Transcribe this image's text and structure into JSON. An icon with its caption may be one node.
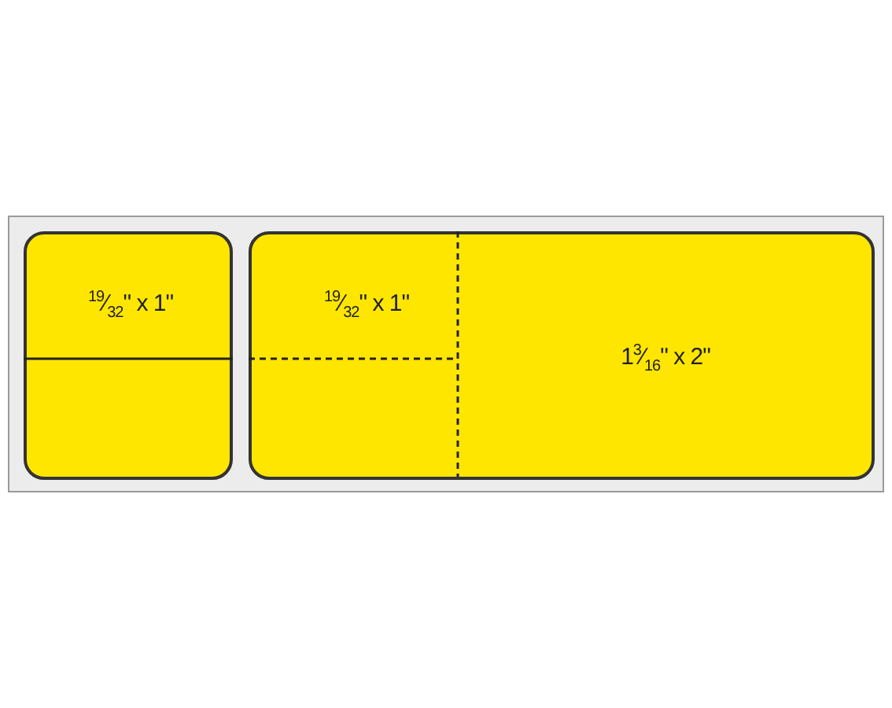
{
  "diagram": {
    "nodes": [
      {
        "text": [],
        "shape": "box"
      },
      {
        "text": [
          "$^{19}$⁄$_{32}$\" x 1\""
        ],
        "in": 0
      },
      {
        "text": [],
        "shape": "box",
        "in": 0
      },
      {
        "text": [
          "$^{19}$⁄$_{32}$\" x 1\""
        ],
        "in": 2
      },
      {
        "text": [
          "1$^{3}$⁄$_{16}$\" x 2\""
        ],
        "in": 2
      }
    ]
  }
}
